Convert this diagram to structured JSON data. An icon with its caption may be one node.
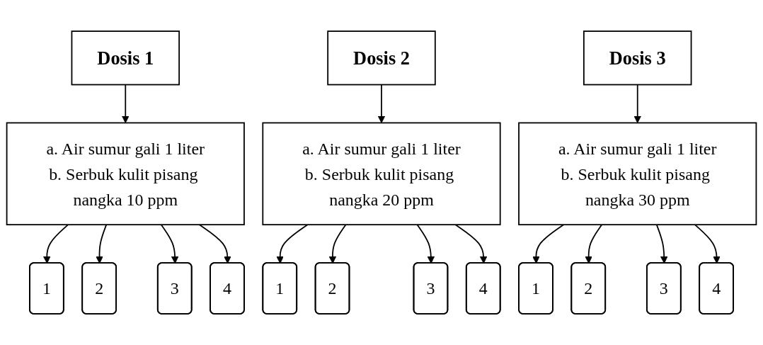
{
  "diagram": {
    "nodes": [
      {
        "text": [
          "Dosis 1"
        ]
      },
      {
        "text": [
          "a. Air sumur gali 1 liter",
          "b. Serbuk kulit pisang nangka 10 ppm"
        ]
      },
      {
        "text": [
          "1"
        ]
      },
      {
        "text": [
          "2"
        ]
      },
      {
        "text": [
          "3"
        ]
      },
      {
        "text": [
          "4"
        ]
      },
      {
        "text": [
          "Dosis 2"
        ]
      },
      {
        "text": [
          "a. Air sumur gali 1 liter",
          "b. Serbuk kulit pisang nangka 20 ppm"
        ]
      },
      {
        "text": [
          "1"
        ]
      },
      {
        "text": [
          "2"
        ]
      },
      {
        "text": [
          "3"
        ]
      },
      {
        "text": [
          "4"
        ]
      },
      {
        "text": [
          "Dosis 3"
        ]
      },
      {
        "text": [
          "a. Air sumur gali 1 liter",
          "b. Serbuk kulit pisang nangka 30 ppm"
        ]
      },
      {
        "text": [
          "1"
        ]
      },
      {
        "text": [
          "2"
        ]
      },
      {
        "text": [
          "3"
        ]
      },
      {
        "text": [
          "4"
        ]
      }
    ],
    "edges": [
      {
        "from": 0,
        "to": 1,
        "arrow": "to"
      },
      {
        "from": 1,
        "to": 2,
        "arrow": "to"
      },
      {
        "from": 1,
        "to": 3,
        "arrow": "to"
      },
      {
        "from": 1,
        "to": 4,
        "arrow": "to"
      },
      {
        "from": 1,
        "to": 5,
        "arrow": "to"
      },
      {
        "from": 6,
        "to": 7,
        "arrow": "to"
      },
      {
        "from": 7,
        "to": 8,
        "arrow": "to"
      },
      {
        "from": 7,
        "to": 9,
        "arrow": "to"
      },
      {
        "from": 7,
        "to": 10,
        "arrow": "to"
      },
      {
        "from": 7,
        "to": 11,
        "arrow": "to"
      },
      {
        "from": 12,
        "to": 13,
        "arrow": "to"
      },
      {
        "from": 13,
        "to": 14,
        "arrow": "to"
      },
      {
        "from": 13,
        "to": 15,
        "arrow": "to"
      },
      {
        "from": 13,
        "to": 16,
        "arrow": "to"
      },
      {
        "from": 13,
        "to": 17,
        "arrow": "to"
      }
    ]
  }
}
